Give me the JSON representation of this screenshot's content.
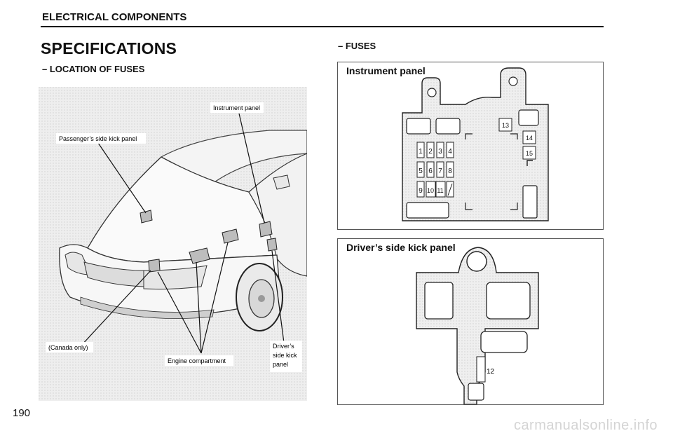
{
  "header": {
    "section_title": "ELECTRICAL COMPONENTS"
  },
  "left": {
    "title": "SPECIFICATIONS",
    "subtitle": "– LOCATION OF FUSES",
    "callouts": {
      "instrument_panel": "Instrument panel",
      "passenger_kick": "Passenger’s side kick panel",
      "canada_only": "(Canada only)",
      "engine_compartment": "Engine compartment",
      "driver_kick_line1": "Driver’s",
      "driver_kick_line2": "side kick",
      "driver_kick_line3": "panel"
    }
  },
  "right": {
    "title": "– FUSES",
    "instrument_panel": {
      "label": "Instrument panel",
      "fuse_numbers": [
        "1",
        "2",
        "3",
        "4",
        "5",
        "6",
        "7",
        "8",
        "9",
        "10",
        "11",
        "13",
        "14",
        "15"
      ]
    },
    "driver_kick_panel": {
      "label": "Driver’s side kick panel",
      "fuse_numbers": [
        "12"
      ]
    }
  },
  "footer": {
    "page_number": "190",
    "watermark": "carmanualsonline.info"
  }
}
